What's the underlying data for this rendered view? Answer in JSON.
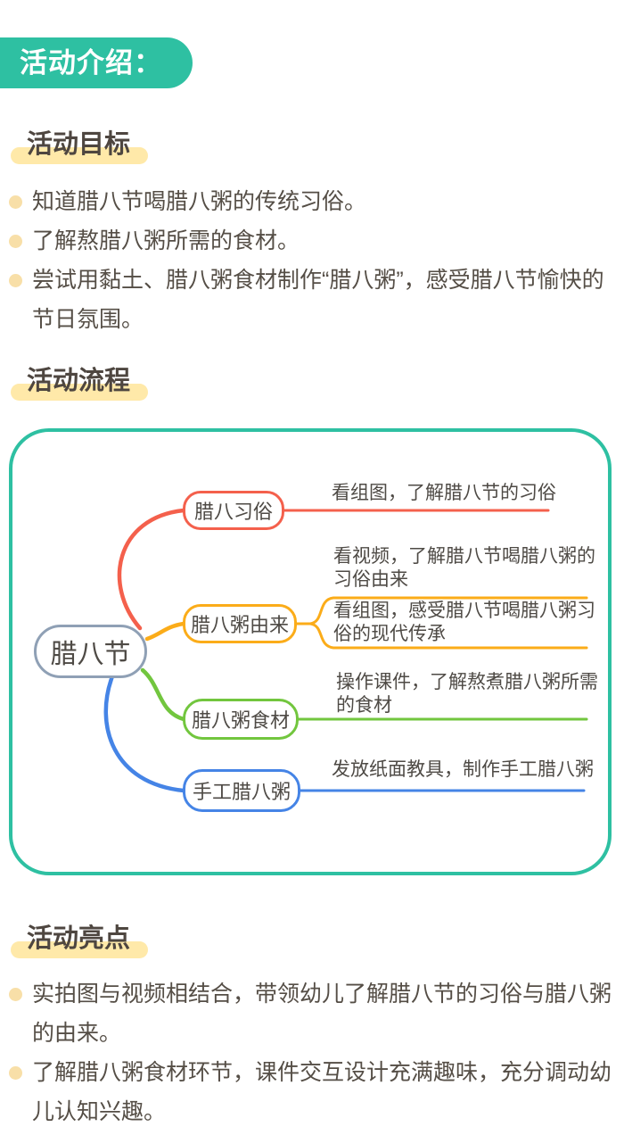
{
  "header": {
    "badge": "活动介绍："
  },
  "sections": {
    "goals": {
      "title": "活动目标",
      "bullets": [
        "知道腊八节喝腊八粥的传统习俗。",
        "了解熬腊八粥所需的食材。",
        "尝试用黏土、腊八粥食材制作“腊八粥”，感受腊八节愉快的节日氛围。"
      ]
    },
    "flow": {
      "title": "活动流程"
    },
    "highlights": {
      "title": "活动亮点",
      "bullets": [
        "实拍图与视频相结合，带领幼儿了解腊八节的习俗与腊八粥的由来。",
        "了解腊八粥食材环节，课件交互设计充满趣味，充分调动幼儿认知兴趣。"
      ]
    }
  },
  "mindmap": {
    "root": "腊八节",
    "root_border_color": "#8fa0b5",
    "frame_color": "#2ec0a2",
    "branches": [
      {
        "label": "腊八习俗",
        "color": "#f4604c",
        "children": [
          {
            "text": "看组图，了解腊八节的习俗"
          }
        ]
      },
      {
        "label": "腊八粥由来",
        "color": "#fbac19",
        "children": [
          {
            "text": "看视频，了解腊八节喝腊八粥的习俗由来"
          },
          {
            "text": "看组图，感受腊八节喝腊八粥习俗的现代传承"
          }
        ]
      },
      {
        "label": "腊八粥食材",
        "color": "#72c63e",
        "children": [
          {
            "text": "操作课件，了解熬煮腊八粥所需的食材"
          }
        ]
      },
      {
        "label": "手工腊八粥",
        "color": "#4584e6",
        "children": [
          {
            "text": "发放纸面教具，制作手工腊八粥"
          }
        ]
      }
    ]
  },
  "theme": {
    "badge_bg": "#2ec0a2",
    "title_highlight": "#ffe9a9",
    "bullet_dot": "#f8dfa8",
    "body_text": "#554e46"
  }
}
